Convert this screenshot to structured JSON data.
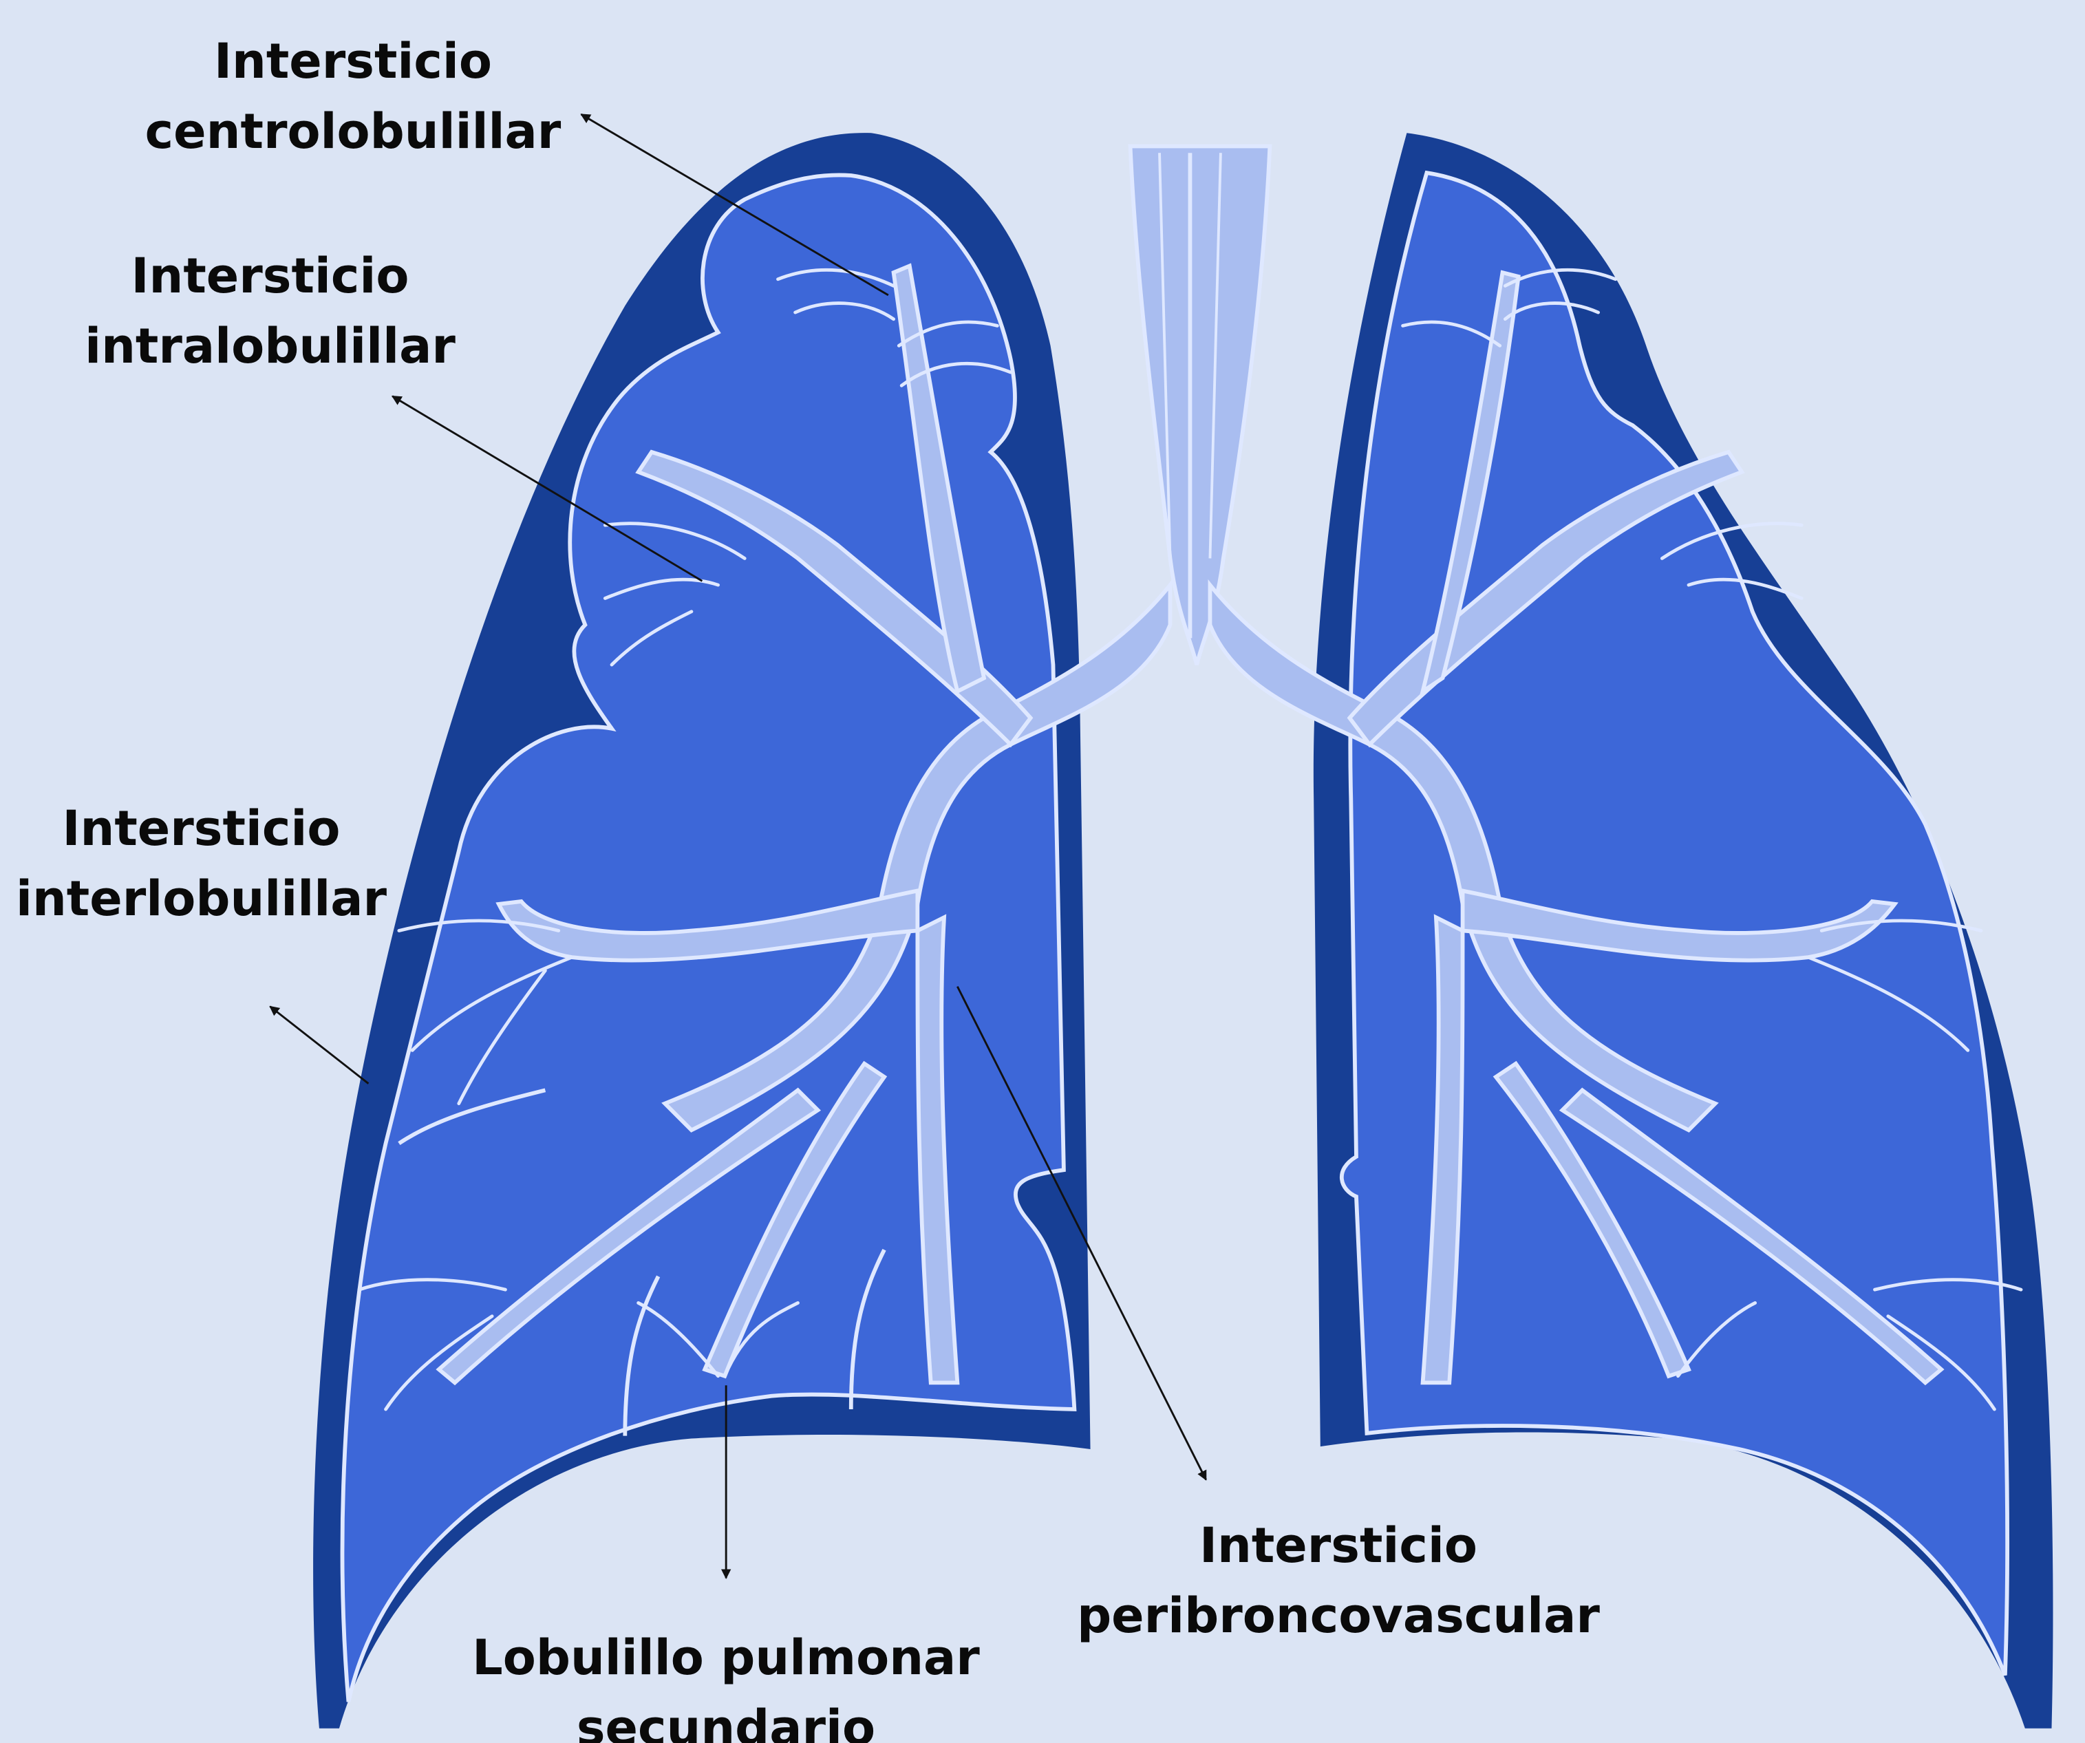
{
  "labels": {
    "centrolobulillar": {
      "line1": "Intersticio",
      "line2": "centrolobulillar"
    },
    "intralobulillar": {
      "line1": "Intersticio",
      "line2": "intralobulillar"
    },
    "interlobulillar": {
      "line1": "Intersticio",
      "line2": "interlobulillar"
    },
    "lobulillo": {
      "line1": "Lobulillo pulmonar",
      "line2": "secundario"
    },
    "peribroncovascular": {
      "line1": "Intersticio",
      "line2": "peribroncovascular"
    }
  },
  "colors": {
    "background": "#dbe4f4",
    "lung_outer": "#173f95",
    "lung_inner": "#3d67d8",
    "airway": "#a9bdf0",
    "outline": "#dfe8ff",
    "arrow": "#111111"
  }
}
